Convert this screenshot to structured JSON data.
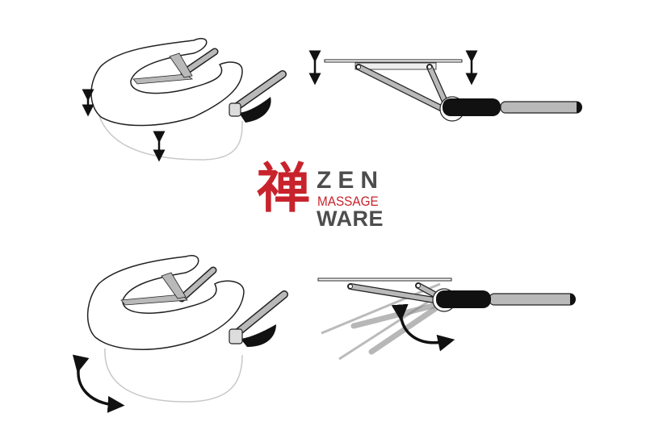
{
  "logo": {
    "kanji": "禅",
    "line1": "ZEN",
    "line2": "MASSAGE",
    "line3": "WARE",
    "colors": {
      "red": "#c8232c",
      "gray": "#4d4d4d"
    }
  },
  "panels": [
    {
      "name": "face-cradle-height-adjust",
      "position": "top-left",
      "motion": "vertical-arrows"
    },
    {
      "name": "bracket-side-view-height-adjust",
      "position": "top-right",
      "motion": "vertical-arrows"
    },
    {
      "name": "face-cradle-tilt-adjust",
      "position": "bottom-left",
      "motion": "curved-arrow"
    },
    {
      "name": "bracket-side-view-tilt-adjust",
      "position": "bottom-right",
      "motion": "curved-arrow"
    }
  ],
  "colors": {
    "outline": "#222222",
    "bar": "#b9b9b9",
    "handle": "#111111",
    "ghost": "#c8c8c8"
  }
}
